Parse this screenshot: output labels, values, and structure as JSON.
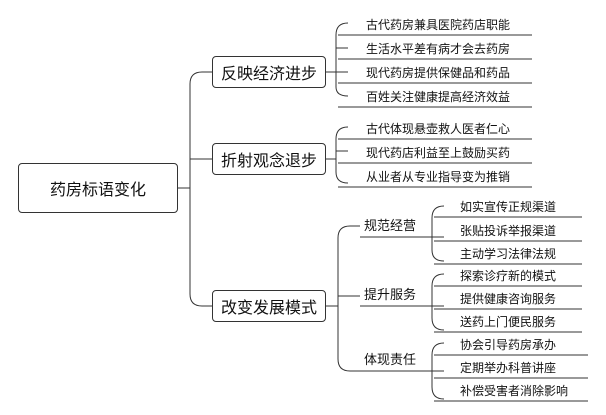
{
  "root": "药房标语变化",
  "branches": [
    {
      "label": "反映经济进步",
      "leaves": [
        "古代药房兼具医院药店职能",
        "生活水平差有病才会去药房",
        "现代药房提供保健品和药品",
        "百姓关注健康提高经济效益"
      ]
    },
    {
      "label": "折射观念退步",
      "leaves": [
        "古代体现悬壶救人医者仁心",
        "现代药店利益至上鼓励买药",
        "从业者从专业指导变为推销"
      ]
    },
    {
      "label": "改变发展模式",
      "groups": [
        {
          "label": "规范经营",
          "leaves": [
            "如实宣传正规渠道",
            "张贴投诉举报渠道",
            "主动学习法律法规"
          ]
        },
        {
          "label": "提升服务",
          "leaves": [
            "探索诊疗新的模式",
            "提供健康咨询服务",
            "送药上门便民服务"
          ]
        },
        {
          "label": "体现责任",
          "leaves": [
            "协会引导药房承办",
            "定期举办科普讲座",
            "补偿受害者消除影响"
          ]
        }
      ]
    }
  ]
}
